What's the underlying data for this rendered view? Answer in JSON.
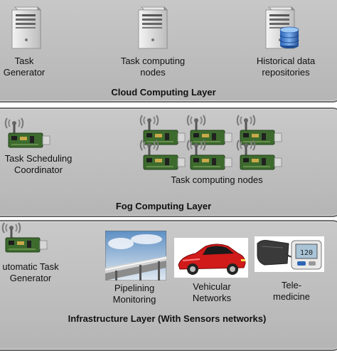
{
  "cloud_layer": {
    "title": "Cloud Computing Layer",
    "items": [
      {
        "line1": "Task",
        "line2": "Generator"
      },
      {
        "line1": "Task computing",
        "line2": "nodes"
      },
      {
        "line1": "Historical data",
        "line2": "repositories"
      }
    ]
  },
  "fog_layer": {
    "title": "Fog Computing Layer",
    "coordinator": {
      "line1": "Task Scheduling",
      "line2": "Coordinator"
    },
    "nodes_label": "Task computing nodes"
  },
  "infra_layer": {
    "title": "Infrastructure Layer (With Sensors networks)",
    "items": [
      {
        "line1": "utomatic Task",
        "line2": "Generator"
      },
      {
        "line1": "Pipelining",
        "line2": "Monitoring"
      },
      {
        "line1": "Vehicular",
        "line2": "Networks"
      },
      {
        "line1": "Tele-",
        "line2": "medicine"
      }
    ]
  }
}
